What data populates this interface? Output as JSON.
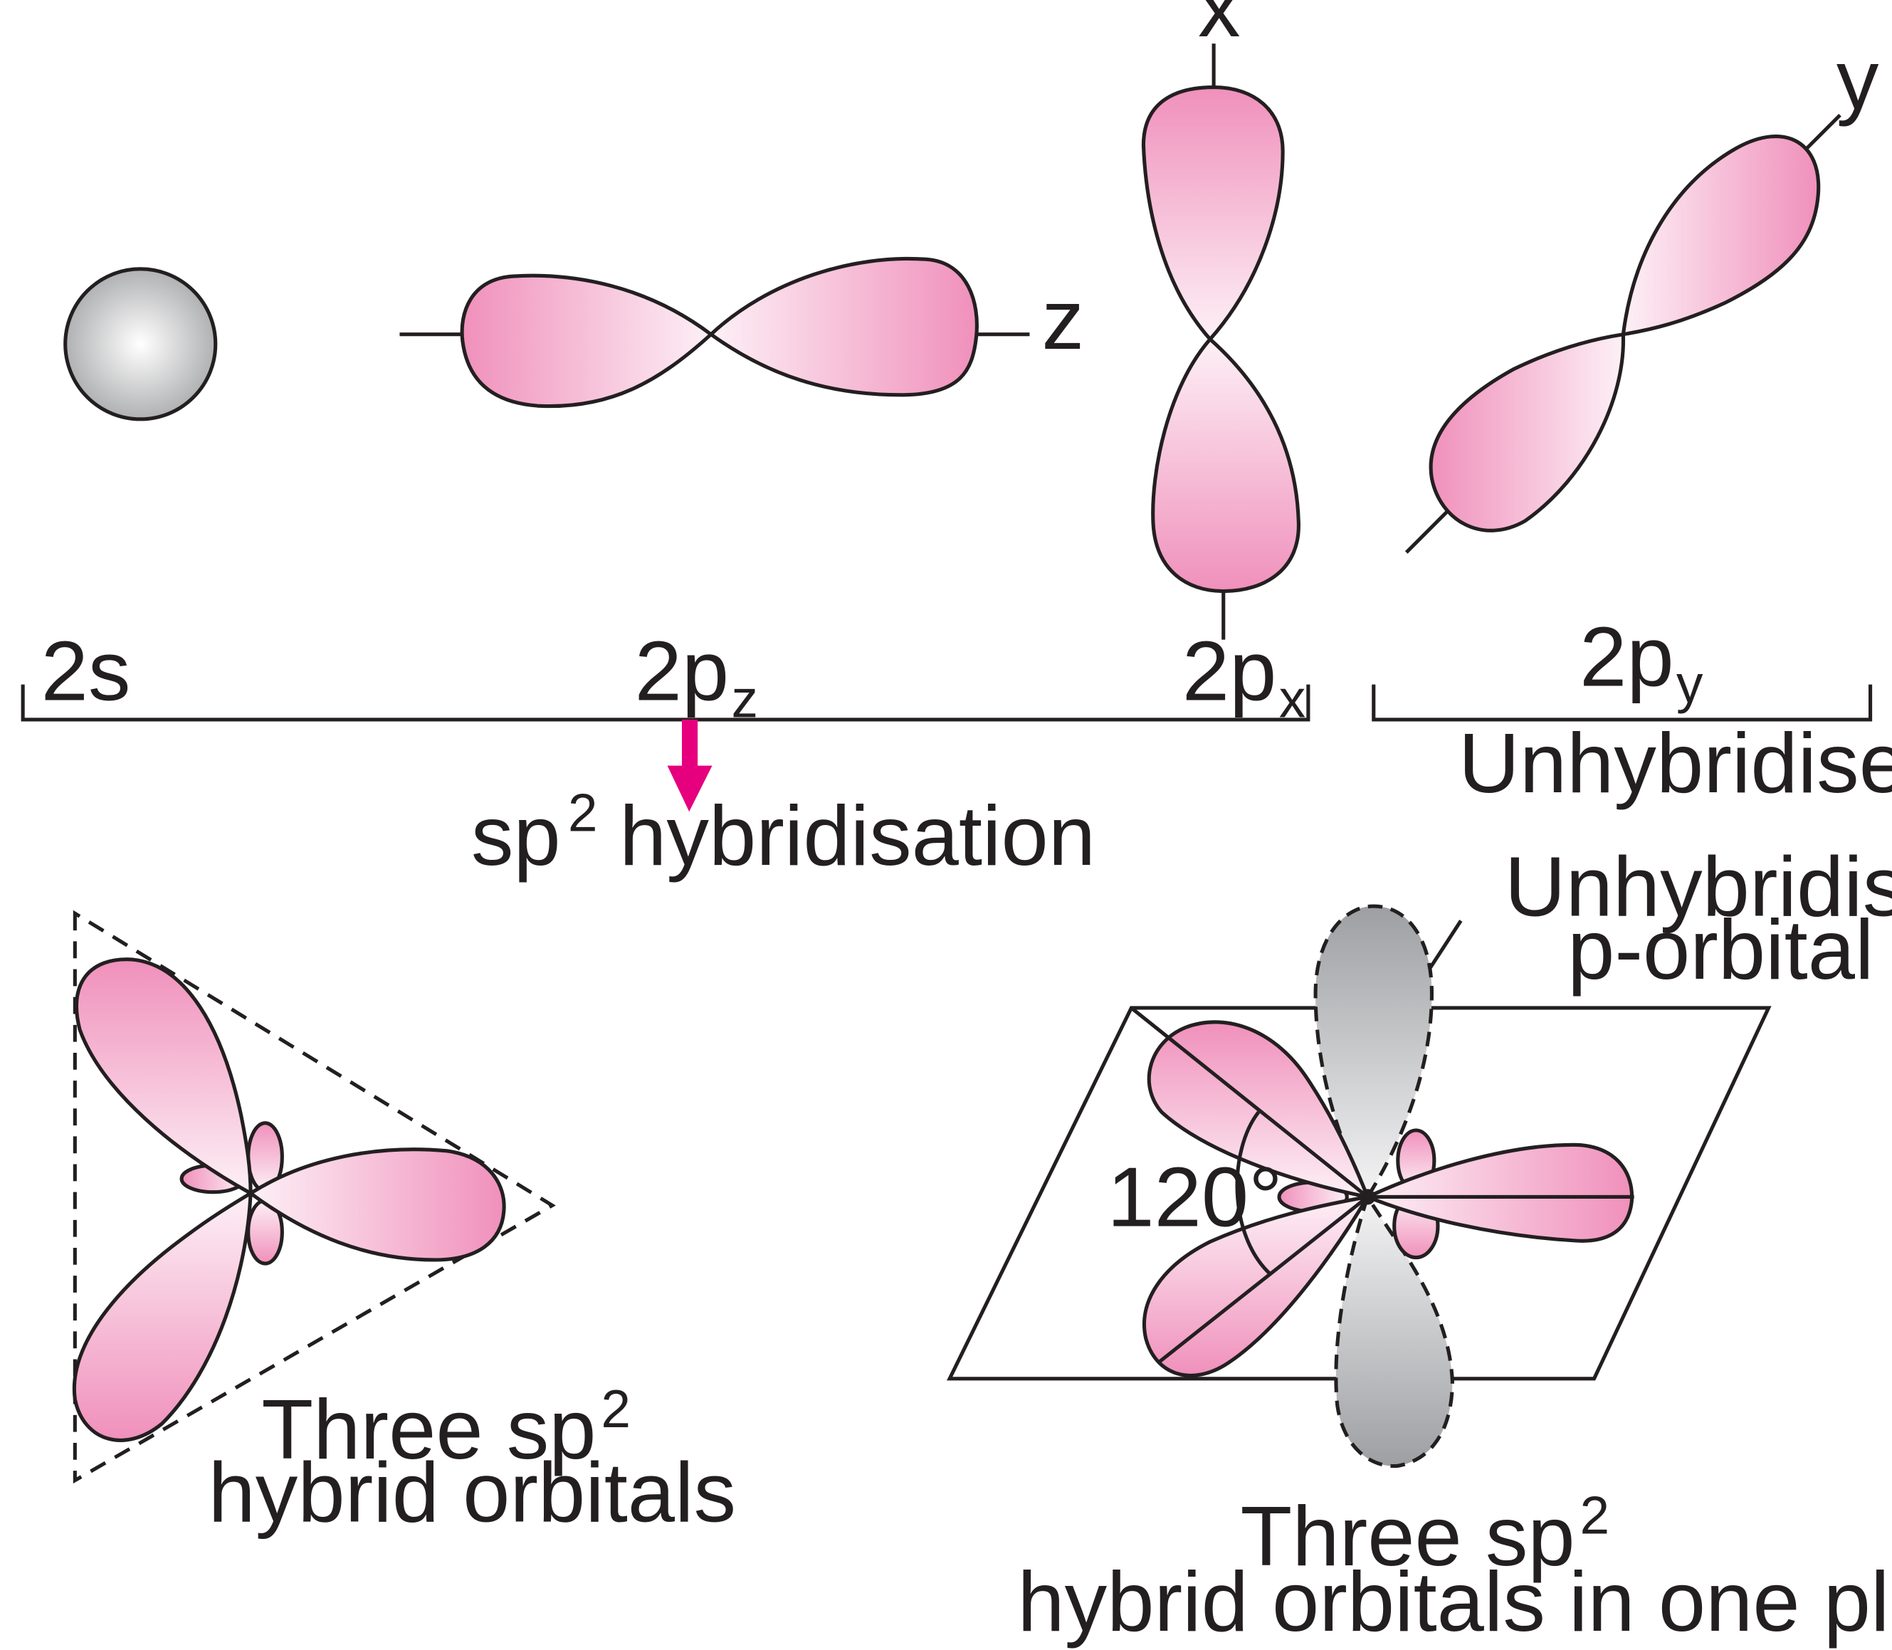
{
  "colors": {
    "lobe_pink": "#f090bb",
    "lobe_light": "#fde9f2",
    "lobe_gray": "#a8a9ab",
    "arrow": "#e6007e",
    "stroke": "#231f20"
  },
  "axes": {
    "x": "x",
    "y": "y",
    "z": "z"
  },
  "orbitals": {
    "s": {
      "base": "2s",
      "sub": ""
    },
    "pz": {
      "base": "2p",
      "sub": "z"
    },
    "px": {
      "base": "2p",
      "sub": "x"
    },
    "py": {
      "base": "2p",
      "sub": "y"
    }
  },
  "unhybridised_label": "Unhybridised",
  "hybridisation": {
    "prefix": "sp",
    "sup": "2",
    "suffix": "hybridisation"
  },
  "left_caption": {
    "line1_prefix": "Three sp",
    "line1_sup": "2",
    "line2": "hybrid orbitals"
  },
  "right_label": {
    "line1": "Unhybridised",
    "line2": "p-orbital"
  },
  "angle_label": "120°",
  "right_caption": {
    "line1_prefix": "Three sp",
    "line1_sup": "2",
    "line2": "hybrid orbitals in one plane"
  }
}
